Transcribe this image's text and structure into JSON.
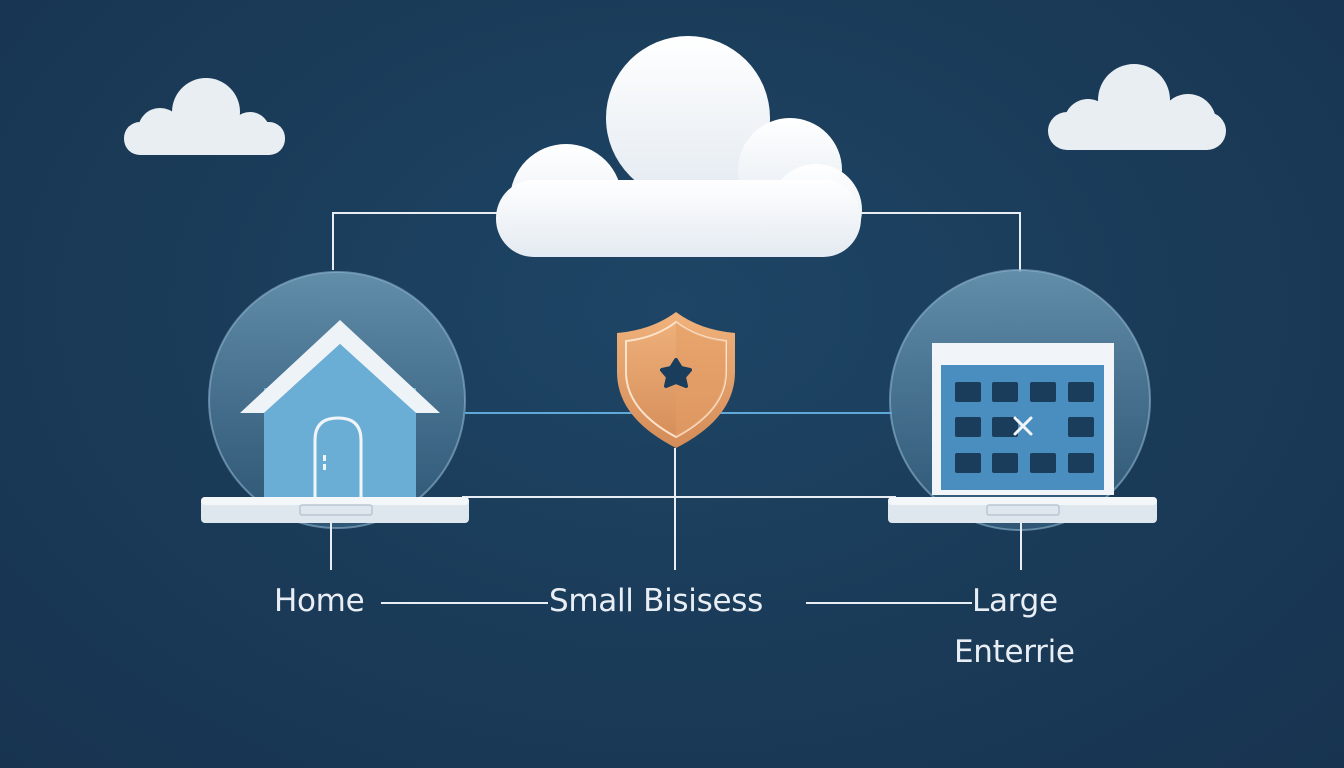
{
  "labels": {
    "home": "Home",
    "small_business": "Small Bisisess",
    "large_line1": "Large",
    "large_line2": "Enterrie"
  },
  "colors": {
    "background": "#1a3b58",
    "cloud": "#f1f5f9",
    "line": "#e8eef4",
    "blue_line": "#5fa8d8",
    "house_fill": "#6aaed6",
    "shield_fill": "#e2a06c",
    "circle_fill": "#5b89a6",
    "platform": "#dfe7ee"
  },
  "icons": [
    "cloud-icon",
    "house-icon",
    "shield-icon",
    "building-icon",
    "x-icon"
  ]
}
